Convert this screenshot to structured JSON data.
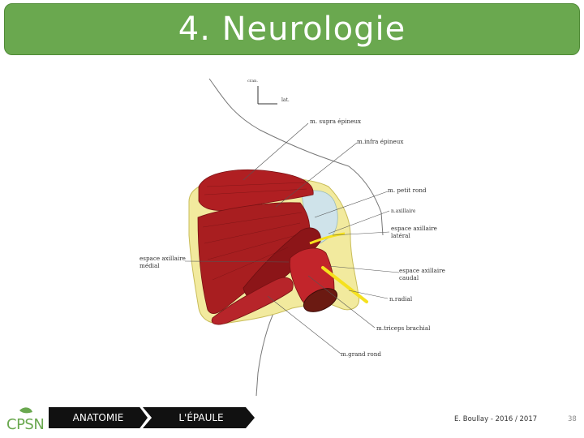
{
  "header": {
    "title": "4. Neurologie"
  },
  "diagram": {
    "orientation": {
      "up": "cran.",
      "right": "lat."
    },
    "labels": [
      {
        "key": "supra",
        "text": "m. supra épineux"
      },
      {
        "key": "infra",
        "text": "m.infra épineux"
      },
      {
        "key": "petit",
        "text": "m. petit rond"
      },
      {
        "key": "naxil",
        "text": "n.axillaire"
      },
      {
        "key": "eal1",
        "text": "espace axillaire"
      },
      {
        "key": "eal2",
        "text": "latéral"
      },
      {
        "key": "eam1",
        "text": "espace axillaire"
      },
      {
        "key": "eam2",
        "text": "médial"
      },
      {
        "key": "eac1",
        "text": "espace axillaire"
      },
      {
        "key": "eac2",
        "text": "caudal"
      },
      {
        "key": "nradial",
        "text": "n.radial"
      },
      {
        "key": "triceps",
        "text": "m.triceps brachial"
      },
      {
        "key": "grand",
        "text": "m.grand rond"
      }
    ],
    "colors": {
      "muscle": "#b01f22",
      "bone": "#f2ea9e",
      "nerve": "#f5e11e",
      "cartilage": "#cfe3ea"
    }
  },
  "footer": {
    "logo_text": "CPSN",
    "crumbs": [
      "ANATOMIE",
      "L'ÉPAULE"
    ],
    "credit": "E. Boullay - 2016 / 2017",
    "page": "38"
  }
}
